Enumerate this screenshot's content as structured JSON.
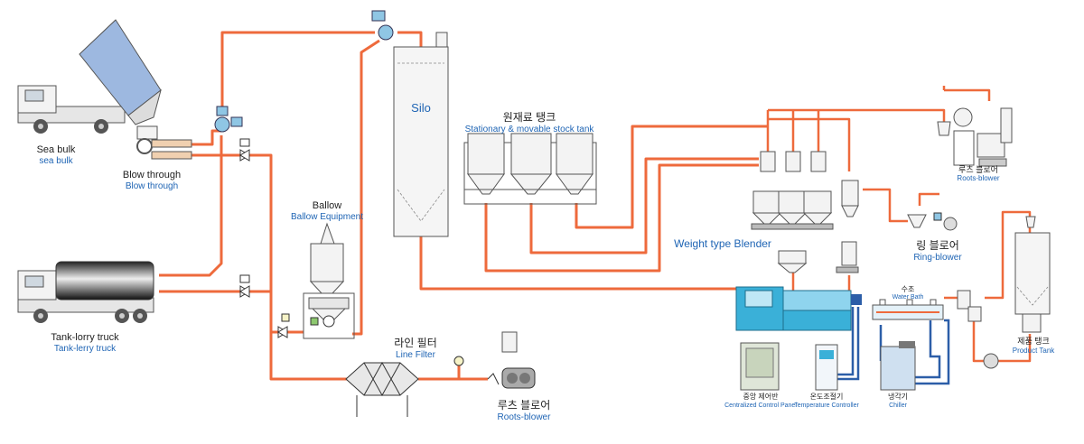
{
  "labels": {
    "sea_bulk": "Sea bulk",
    "sea_bulk_en": "sea bulk",
    "blow_through": "Blow through",
    "blow_through_en": "Blow through",
    "tank_lorry": "Tank-lorry truck",
    "tank_lorry_en": "Tank-lerry truck",
    "ballow": "Ballow",
    "ballow_en": "Ballow Equipment",
    "silo": "Silo",
    "stock_tank_ko": "원재료 탱크",
    "stock_tank_en": "Stationary & movable stock tank",
    "line_filter_ko": "라인 필터",
    "line_filter_en": "Line Filter",
    "roots_blower_ko": "루츠 블로어",
    "roots_blower_en": "Roots-blower",
    "weight_blender": "Weight type Blender",
    "ring_blower_ko": "링 블로어",
    "ring_blower_en": "Ring-blower",
    "roots_blower2_ko": "루츠 블로어",
    "roots_blower2_en": "Roots-blower",
    "water_bath_ko": "수조",
    "water_bath_en": "Water Bath",
    "product_tank_ko": "제품 탱크",
    "product_tank_en": "Product Tank",
    "control_panel_ko": "중앙 제어반",
    "control_panel_en": "Centralized Control Panel",
    "temp_controller_ko": "온도조절기",
    "temp_controller_en": "Temperature Controller",
    "chiller_ko": "냉각기",
    "chiller_en": "Chiller"
  },
  "colors": {
    "pipe": "#ee6a3c",
    "cooling_line": "#2c5ea8",
    "label_blue": "#1e64b4",
    "extruder": "#3ab0d8",
    "tipper_body": "#9db8e0"
  }
}
